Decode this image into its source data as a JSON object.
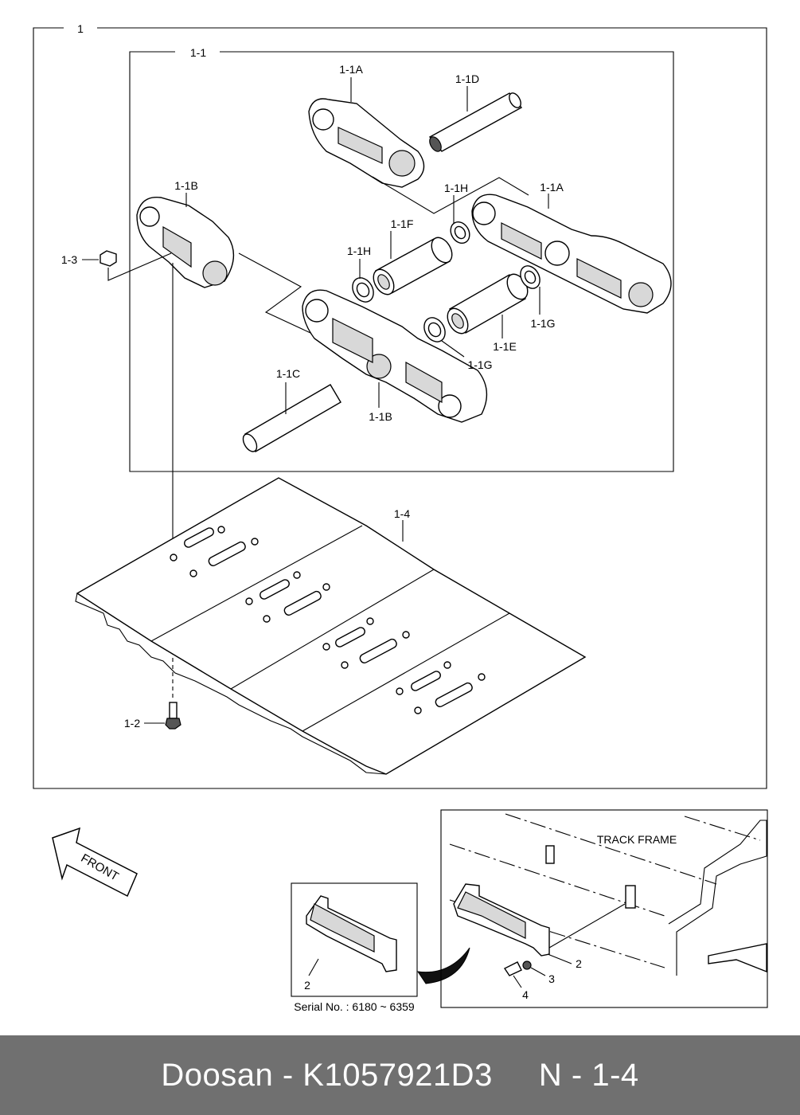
{
  "labels": {
    "main": "1",
    "sub": "1-1",
    "link_a_top": "1-1A",
    "pin_d": "1-1D",
    "link_b_left": "1-1B",
    "seal_h_top": "1-1H",
    "link_a_right": "1-1A",
    "bushing_f": "1-1F",
    "nut": "1-3",
    "seal_h_left": "1-1H",
    "seal_g_right": "1-1G",
    "bushing_e": "1-1E",
    "seal_g_mid": "1-1G",
    "pin_c": "1-1C",
    "link_b_bottom": "1-1B",
    "shoe": "1-4",
    "bolt": "1-2",
    "guard": "2",
    "washer": "3",
    "guard_bolt": "4",
    "guard_inset": "2"
  },
  "direction": "FRONT",
  "track_frame": "TRACK FRAME",
  "serial": "Serial No. : 6180 ~ 6359",
  "footer": {
    "brand": "Doosan",
    "separator": "-",
    "part_number": "K1057921D3",
    "page": "N - 1-4"
  }
}
